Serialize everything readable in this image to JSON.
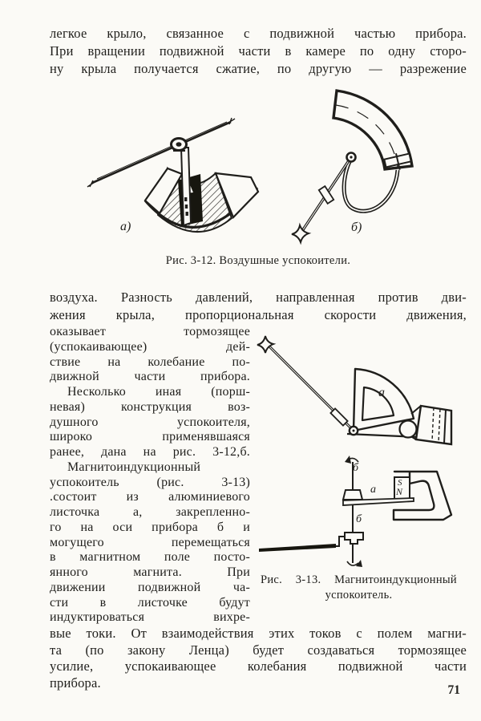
{
  "page": {
    "number": "71"
  },
  "para_top": {
    "lines": [
      "легкое крыло, связанное с подвижной частью прибора.",
      "При вращении подвижной части в камере по одну сторо-",
      "ну крыла получается сжатие, по другую — разрежение"
    ]
  },
  "para_mid": {
    "lines": [
      "воздуха. Разность давлений, направленная против дви-",
      "жения крыла, пропорциональная скорости движения,"
    ]
  },
  "col_left": {
    "lines": [
      "оказывает тормозящее",
      "(успокаивающее) дей-",
      "ствие на колебание по-",
      "движной части прибора.",
      "Несколько иная (порш-",
      "невая) конструкция воз-",
      "душного успокоителя,",
      "широко применявшаяся",
      "ранее, дана на рис. 3-12,б.",
      "Магнитоиндукционный",
      "успокоитель (рис. 3-13)",
      ".состоит из алюминиевого",
      "листочка а, закрепленно-",
      "го на оси прибора б и",
      "могущего перемещаться",
      "в магнитном поле посто-",
      "янного магнита. При",
      "движении подвижной ча-",
      "сти в листочке будут",
      "индуктироваться вихре-"
    ]
  },
  "para_bottom": {
    "lines": [
      "вые токи. От взаимодействия этих токов с полем магни-",
      "та (по закону Ленца) будет создаваться тормозящее",
      "усилие, успокаивающее колебания подвижной части",
      "прибора."
    ]
  },
  "fig_3_12": {
    "caption": "Рис. 3-12. Воздушные успокоители.",
    "label_a": "а)",
    "label_b": "б)"
  },
  "fig_3_13": {
    "caption_line_1": "Рис. 3-13. Магнитоиндукционный",
    "caption_line_2": "успокоитель.",
    "label_sector": "а",
    "label_axis_top": "б",
    "label_leaf": "а",
    "label_axis_mid": "б",
    "pole_s": "S",
    "pole_n": "N"
  }
}
